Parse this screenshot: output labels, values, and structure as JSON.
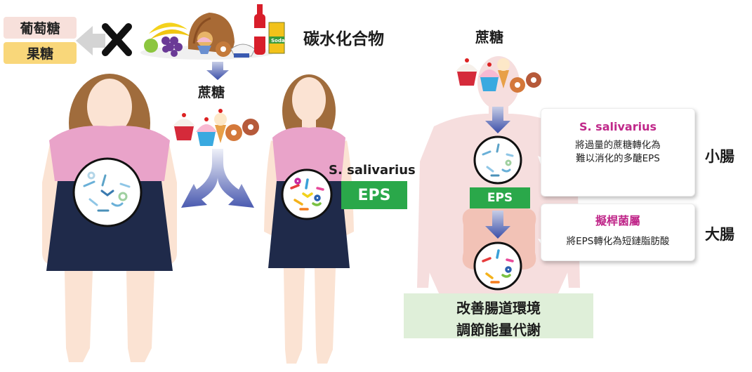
{
  "left_panel": {
    "glucose_label": "葡萄糖",
    "fructose_label": "果糖",
    "carbs_label": "碳水化合物",
    "sucrose_label": "蔗糖",
    "bacteria_label": "S. salivarius",
    "eps_label": "EPS",
    "soda_can_text": "Soda"
  },
  "right_panel": {
    "sucrose_label": "蔗糖",
    "eps_label": "EPS",
    "small_intestine": {
      "label": "小腸",
      "bacteria": "S. salivarius",
      "desc_line1": "將過量的蔗糖轉化為",
      "desc_line2": "難以消化的多醣EPS"
    },
    "large_intestine": {
      "label": "大腸",
      "bacteria": "擬桿菌屬",
      "desc": "將EPS轉化為短鏈脂肪酸"
    },
    "result_line1": "改善腸道環境",
    "result_line2": "調節能量代謝"
  },
  "colors": {
    "glucose_tag": "#f7e0db",
    "fructose_tag": "#f9d77a",
    "eps_green": "#2aa84a",
    "highlight_pink": "#c0288a",
    "result_box": "#dfefd9",
    "body_pink": "#f6dede",
    "skin": "#fbe3d3",
    "shirt": "#e9a3c9",
    "skirt": "#1f2a4a"
  }
}
